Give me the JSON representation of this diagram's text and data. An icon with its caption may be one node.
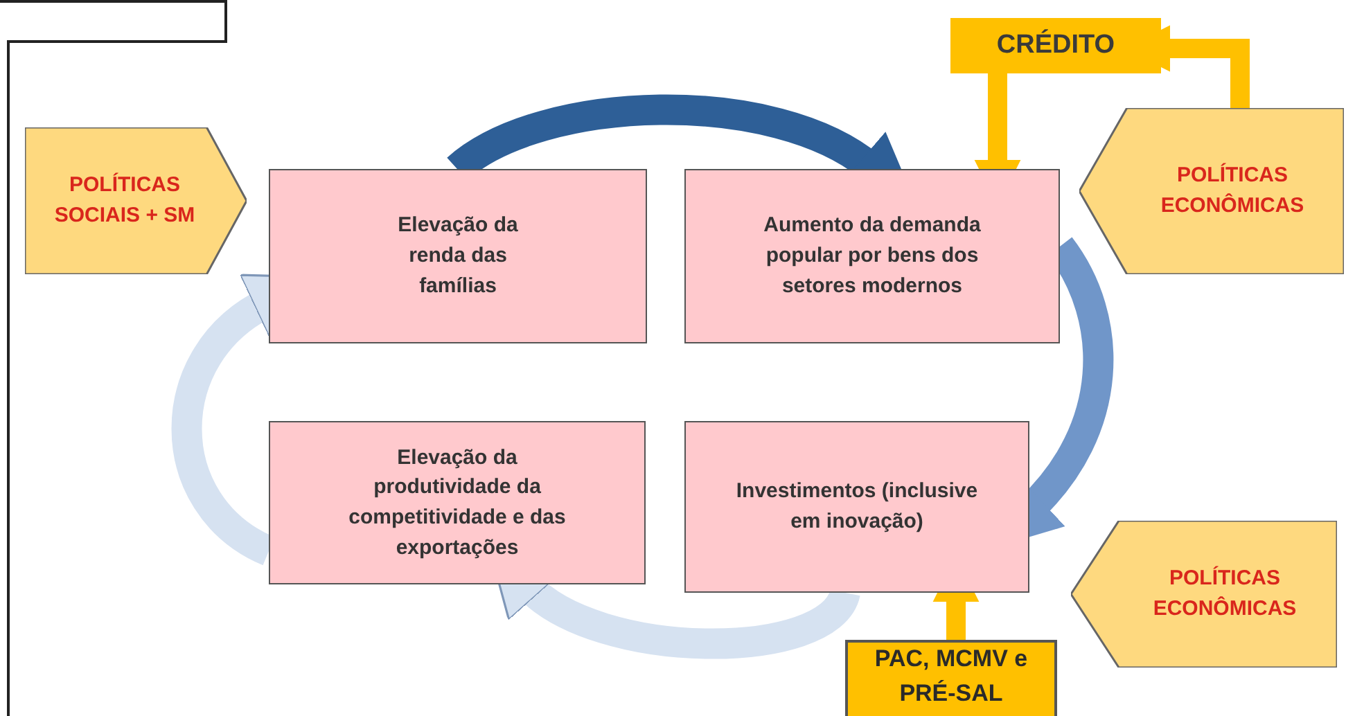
{
  "diagram": {
    "nodes": [
      {
        "text": [
          "POLÍTICAS SOCIAIS + SM"
        ]
      },
      {
        "text": [
          "Elevação da renda das famílias"
        ]
      },
      {
        "text": [
          "CRÉDITO"
        ]
      },
      {
        "text": [
          "Aumento da demanda popular por bens dos setores modernos"
        ]
      },
      {
        "text": [
          "POLÍTICAS ECONÔMICAS"
        ]
      },
      {
        "text": [
          "Elevação da produtividade da competitividade e das exportações"
        ]
      },
      {
        "text": [
          "Investimentos (inclusive em inovação)"
        ]
      },
      {
        "text": [
          "POLÍTICAS ECONÔMICAS"
        ]
      },
      {
        "text": [
          "PAC, MCMV e PRÉ-SAL"
        ]
      }
    ],
    "edges": [
      {
        "from": 1,
        "to": 3,
        "arrow": "to",
        "color": "#2e5f97"
      },
      {
        "from": 3,
        "to": 6,
        "arrow": "to",
        "color": "#7096c9"
      },
      {
        "from": 6,
        "to": 5,
        "arrow": "to",
        "color": "#d6e2f1"
      },
      {
        "from": 5,
        "to": 1,
        "arrow": "to",
        "color": "#d6e2f1"
      },
      {
        "from": 2,
        "to": 3,
        "arrow": "to",
        "color": "#ffc000"
      },
      {
        "from": 4,
        "to": 2,
        "arrow": "to",
        "color": "#ffc000"
      },
      {
        "from": 8,
        "to": 6,
        "arrow": "to",
        "color": "#ffc000"
      }
    ]
  }
}
